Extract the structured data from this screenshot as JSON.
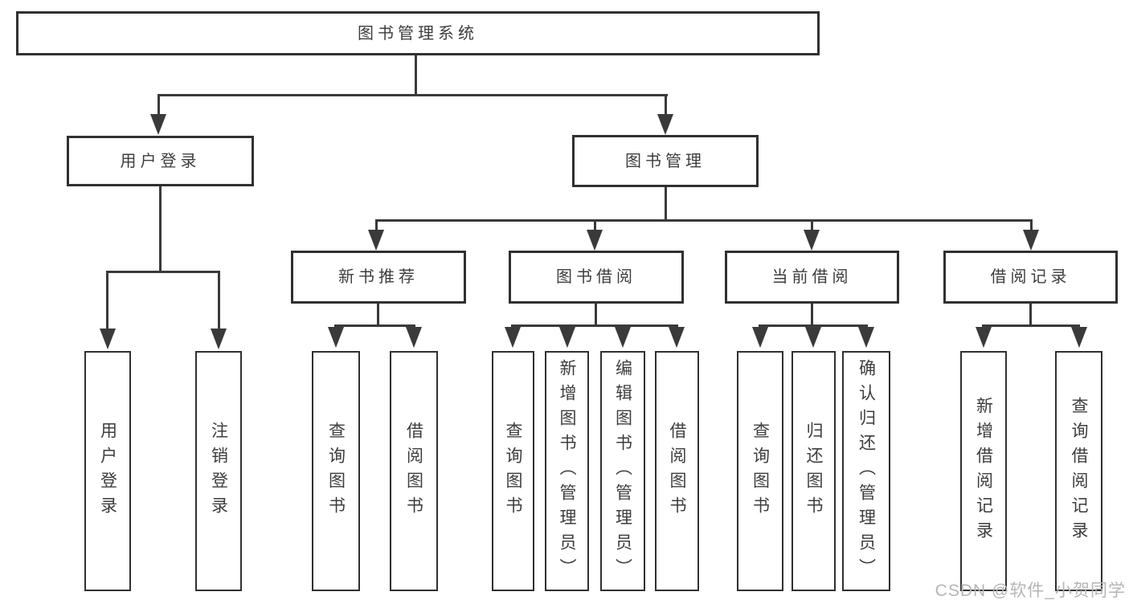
{
  "diagram": {
    "title_note": "functional structure chart",
    "root": {
      "label": "图书管理系统"
    },
    "branches": [
      {
        "label": "用户登录",
        "children": [
          {
            "label": "用户登录"
          },
          {
            "label": "注销登录"
          }
        ]
      },
      {
        "label": "图书管理",
        "children": [
          {
            "label": "新书推荐",
            "children": [
              {
                "label": "查询图书"
              },
              {
                "label": "借阅图书"
              }
            ]
          },
          {
            "label": "图书借阅",
            "children": [
              {
                "label": "查询图书"
              },
              {
                "label": "新增图书（管理员）"
              },
              {
                "label": "编辑图书（管理员）"
              },
              {
                "label": "借阅图书"
              }
            ]
          },
          {
            "label": "当前借阅",
            "children": [
              {
                "label": "查询图书"
              },
              {
                "label": "归还图书"
              },
              {
                "label": "确认归还（管理员）"
              }
            ]
          },
          {
            "label": "借阅记录",
            "children": [
              {
                "label": "新增借阅记录"
              },
              {
                "label": "查询借阅记录"
              }
            ]
          }
        ]
      }
    ]
  },
  "watermark": {
    "text": "CSDN @软件_小贺同学"
  },
  "colors": {
    "line": "#3a3a3a",
    "border": "#303030",
    "text": "#3d3d3d",
    "watermark": "#b5b5b5",
    "bg": "#ffffff"
  }
}
